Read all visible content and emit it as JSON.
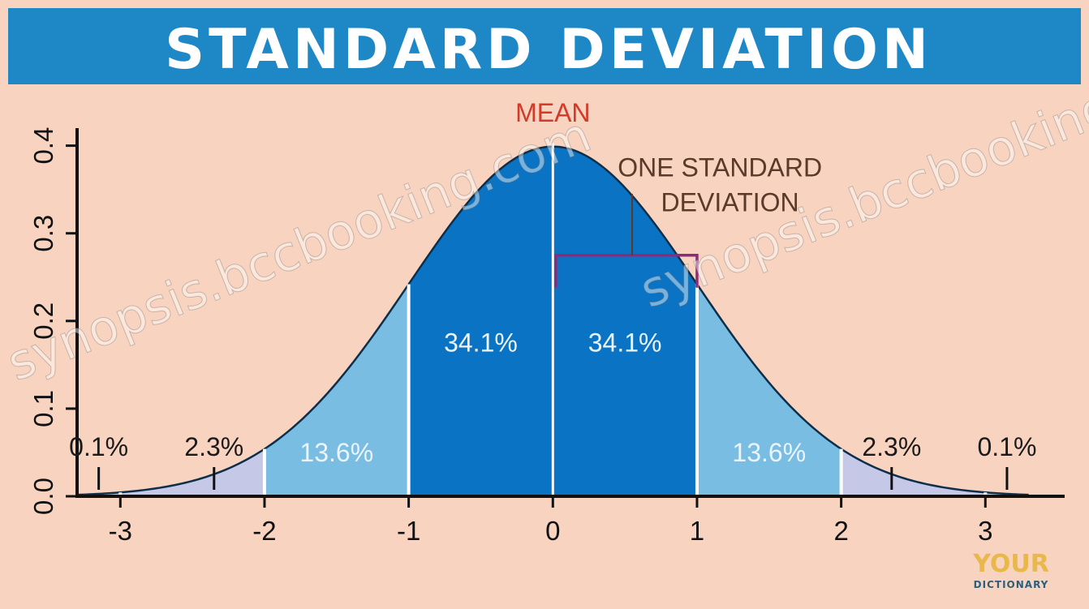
{
  "chart_data": {
    "type": "area",
    "title": "STANDARD DEVIATION",
    "x_ticks": [
      "-3",
      "-2",
      "-1",
      "0",
      "1",
      "2",
      "3"
    ],
    "y_ticks": [
      "0.0",
      "0.1",
      "0.2",
      "0.3",
      "0.4"
    ],
    "xlim": [
      -3.3,
      3.55
    ],
    "ylim": [
      0,
      0.42
    ],
    "distribution": {
      "mean": 0,
      "sd": 1
    },
    "regions": [
      {
        "from": -1,
        "to": 0,
        "label": "34.1%"
      },
      {
        "from": 0,
        "to": 1,
        "label": "34.1%"
      },
      {
        "from": -2,
        "to": -1,
        "label": "13.6%"
      },
      {
        "from": 1,
        "to": 2,
        "label": "13.6%"
      }
    ],
    "tail_labels": [
      {
        "x": -3.15,
        "label": "0.1%"
      },
      {
        "x": -2.35,
        "label": "2.3%"
      },
      {
        "x": 2.35,
        "label": "2.3%"
      },
      {
        "x": 3.15,
        "label": "0.1%"
      }
    ],
    "annotations": {
      "mean": "MEAN",
      "sd_line1": "ONE STANDARD",
      "sd_line2": "DEVIATION"
    }
  },
  "watermark": "synopsis.bccbooking.com",
  "logo": {
    "top": "YOUR",
    "bottom": "DICTIONARY"
  },
  "colors": {
    "title_bar": "#1e88c7",
    "title_text": "#ffffff",
    "background": "#f8d3bf",
    "inner_band": "#0a73c4",
    "mid_band": "#79bde3",
    "outer_band": "#c6c8e8",
    "mean_label": "#d23a2a",
    "annotation": "#5a3a2a",
    "bracket": "#8a2c78",
    "axis": "#111111"
  }
}
